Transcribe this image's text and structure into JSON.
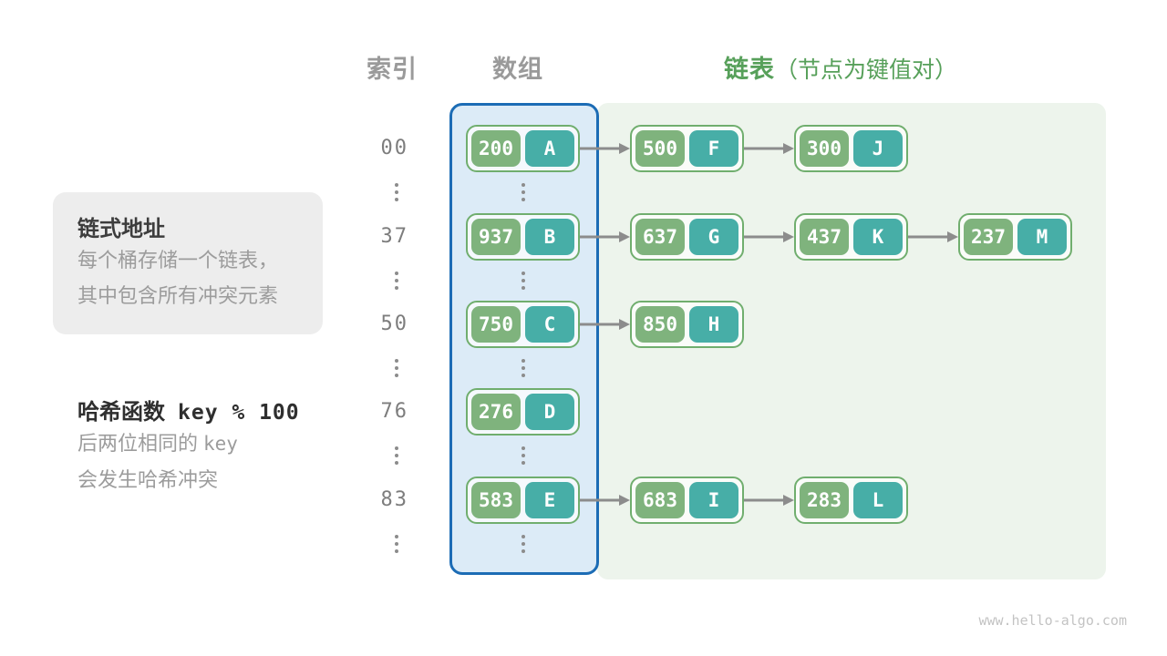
{
  "header": {
    "index_label": "索引",
    "array_label": "数组",
    "list_label": "链表",
    "list_note": "（节点为键值对）"
  },
  "annotations": {
    "box": {
      "title": "链式地址",
      "line1": "每个桶存储一个链表，",
      "line2": "其中包含所有冲突元素"
    },
    "hash": {
      "title_prefix": "哈希函数",
      "formula": "key % 100",
      "line1_prefix": "后两位相同的",
      "line1_code": "key",
      "line2": "会发生哈希冲突"
    }
  },
  "rows": [
    {
      "index": "00",
      "nodes": [
        {
          "key": "200",
          "value": "A"
        },
        {
          "key": "500",
          "value": "F"
        },
        {
          "key": "300",
          "value": "J"
        }
      ]
    },
    {
      "index": "37",
      "nodes": [
        {
          "key": "937",
          "value": "B"
        },
        {
          "key": "637",
          "value": "G"
        },
        {
          "key": "437",
          "value": "K"
        },
        {
          "key": "237",
          "value": "M"
        }
      ]
    },
    {
      "index": "50",
      "nodes": [
        {
          "key": "750",
          "value": "C"
        },
        {
          "key": "850",
          "value": "H"
        }
      ]
    },
    {
      "index": "76",
      "nodes": [
        {
          "key": "276",
          "value": "D"
        }
      ]
    },
    {
      "index": "83",
      "nodes": [
        {
          "key": "583",
          "value": "E"
        },
        {
          "key": "683",
          "value": "I"
        },
        {
          "key": "283",
          "value": "L"
        }
      ]
    }
  ],
  "colors": {
    "array_panel_fill": "#dcebf7",
    "array_panel_border": "#1c6cb5",
    "list_panel_fill": "#edf4ec",
    "node_border": "#70ae6e",
    "node_key_fill": "#7fb37d",
    "node_value_fill": "#47aea7",
    "header_gray": "#9a9a9a",
    "header_green": "#57a05a",
    "arrow_gray": "#8c8c8c"
  },
  "watermark": "www.hello-algo.com"
}
